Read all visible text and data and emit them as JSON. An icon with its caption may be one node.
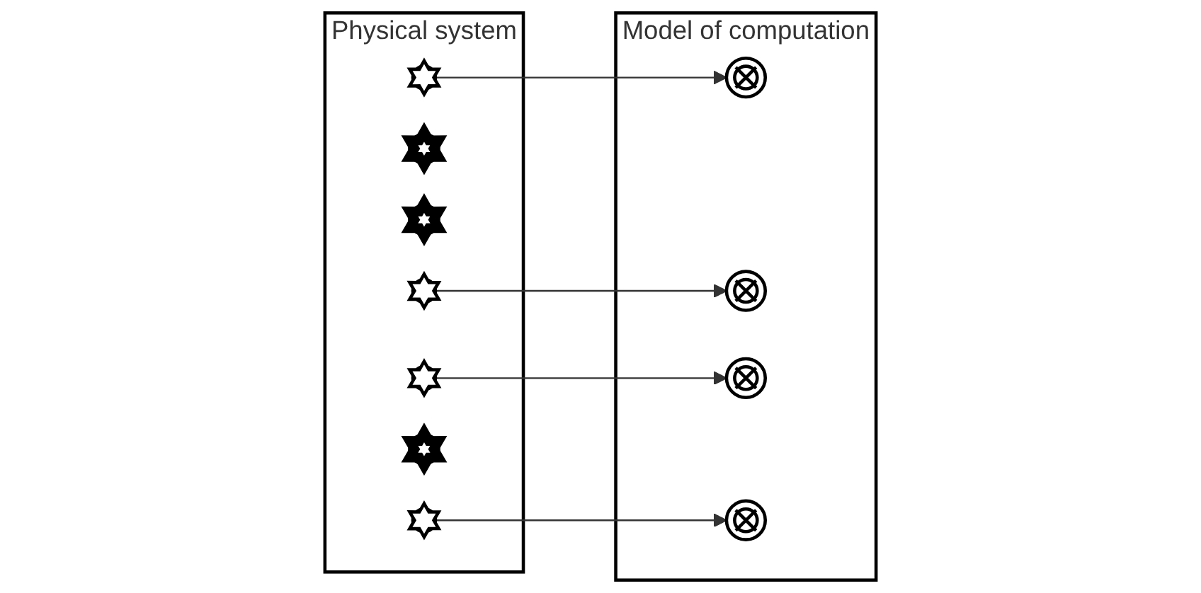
{
  "diagram": {
    "nodes": [
      {
        "text": [
          "Physical system"
        ]
      },
      {
        "text": [],
        "shape": "circle",
        "in": 0
      },
      {
        "text": [],
        "shape": "circle",
        "in": 0
      },
      {
        "text": [],
        "shape": "circle",
        "in": 0
      },
      {
        "text": [],
        "shape": "circle",
        "in": 0
      },
      {
        "text": [],
        "shape": "circle",
        "in": 0
      },
      {
        "text": [],
        "shape": "circle",
        "in": 0
      },
      {
        "text": [],
        "shape": "circle",
        "in": 0
      },
      {
        "text": [
          "Model of computation"
        ]
      },
      {
        "text": [],
        "shape": "circle",
        "in": 8
      },
      {
        "text": [],
        "shape": "circle",
        "in": 8
      },
      {
        "text": [],
        "shape": "circle",
        "in": 8
      },
      {
        "text": [],
        "shape": "circle",
        "in": 8
      }
    ],
    "edges": [
      {
        "from": 1,
        "to": 9,
        "arrow": "to"
      },
      {
        "from": 4,
        "to": 10,
        "arrow": "to"
      },
      {
        "from": 5,
        "to": 11,
        "arrow": "to"
      },
      {
        "from": 7,
        "to": 12,
        "arrow": "to"
      }
    ]
  }
}
